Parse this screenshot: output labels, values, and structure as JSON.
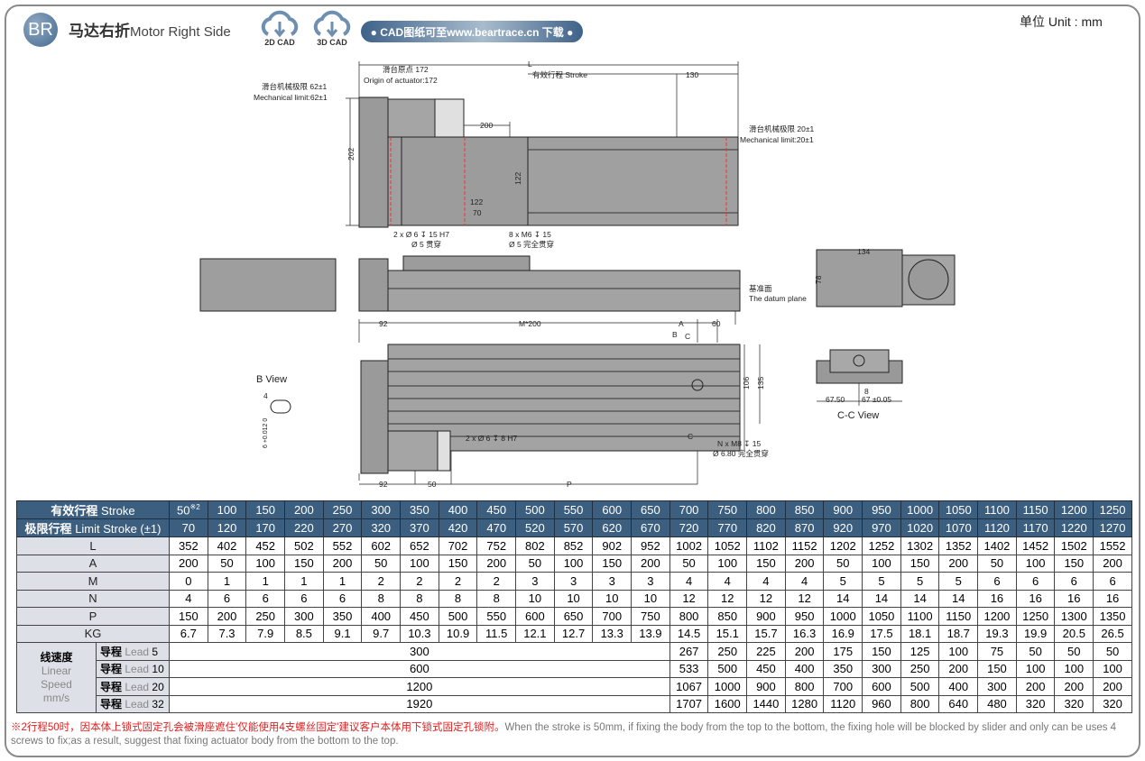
{
  "header": {
    "badge": "BR",
    "title_cn": "马达右折",
    "title_en": "Motor Right Side",
    "cad2d": "2D CAD",
    "cad3d": "3D CAD",
    "download": "● CAD图纸可至www.beartrace.cn 下载 ●",
    "unit": "单位 Unit : mm"
  },
  "drawing": {
    "L": "L",
    "origin_cn": "滑台原点 172",
    "origin_en": "Origin of actuator:172",
    "stroke": "有效行程 Stroke",
    "d130": "130",
    "mech_left_cn": "滑台机械极限 62±1",
    "mech_left_en": "Mechanical limit:62±1",
    "mech_right_cn": "滑台机械极限 20±1",
    "mech_right_en": "Mechanical limit:20±1",
    "d200": "200",
    "d202": "202",
    "d122v": "122",
    "d122h": "122",
    "d70": "70",
    "hole1a": "2 x Ø 6 ↧ 15 H7",
    "hole1b": "Ø 5 贯穿",
    "hole2a": "8 x M6 ↧ 15",
    "hole2b": "Ø 5 完全贯穿",
    "datum_cn": "基准面",
    "datum_en": "The datum plane",
    "d134": "134",
    "d78": "78",
    "d92": "92",
    "m200": "M*200",
    "A": "A",
    "d60": "60",
    "B": "B",
    "C": "C",
    "d106": "106",
    "d135": "135",
    "hole3": "2 x Ø 6 ↧ 8 H7",
    "hole4a": "N x M8 ↧ 15",
    "hole4b": "Ø 6.80 完全贯穿",
    "d50": "50",
    "P": "P",
    "bview": "B View",
    "b4": "4",
    "btol": "6 +0.012 0",
    "ccview": "C-C View",
    "c6750": "67.50",
    "c67": "67 ±0.05",
    "c8": "8"
  },
  "table": {
    "stroke_label_cn": "有效行程",
    "stroke_label_en": "Stroke",
    "stroke_note": "※2",
    "limit_label_cn": "极限行程",
    "limit_label_en": "Limit Stroke (±1)",
    "stroke": [
      "50",
      "100",
      "150",
      "200",
      "250",
      "300",
      "350",
      "400",
      "450",
      "500",
      "550",
      "600",
      "650",
      "700",
      "750",
      "800",
      "850",
      "900",
      "950",
      "1000",
      "1050",
      "1100",
      "1150",
      "1200",
      "1250"
    ],
    "limit": [
      "70",
      "120",
      "170",
      "220",
      "270",
      "320",
      "370",
      "420",
      "470",
      "520",
      "570",
      "620",
      "670",
      "720",
      "770",
      "820",
      "870",
      "920",
      "970",
      "1020",
      "1070",
      "1120",
      "1170",
      "1220",
      "1270"
    ],
    "rows": [
      {
        "label": "L",
        "values": [
          "352",
          "402",
          "452",
          "502",
          "552",
          "602",
          "652",
          "702",
          "752",
          "802",
          "852",
          "902",
          "952",
          "1002",
          "1052",
          "1102",
          "1152",
          "1202",
          "1252",
          "1302",
          "1352",
          "1402",
          "1452",
          "1502",
          "1552"
        ]
      },
      {
        "label": "A",
        "values": [
          "200",
          "50",
          "100",
          "150",
          "200",
          "50",
          "100",
          "150",
          "200",
          "50",
          "100",
          "150",
          "200",
          "50",
          "100",
          "150",
          "200",
          "50",
          "100",
          "150",
          "200",
          "50",
          "100",
          "150",
          "200"
        ]
      },
      {
        "label": "M",
        "values": [
          "0",
          "1",
          "1",
          "1",
          "1",
          "2",
          "2",
          "2",
          "2",
          "3",
          "3",
          "3",
          "3",
          "4",
          "4",
          "4",
          "4",
          "5",
          "5",
          "5",
          "5",
          "6",
          "6",
          "6",
          "6"
        ]
      },
      {
        "label": "N",
        "values": [
          "4",
          "6",
          "6",
          "6",
          "6",
          "8",
          "8",
          "8",
          "8",
          "10",
          "10",
          "10",
          "10",
          "12",
          "12",
          "12",
          "12",
          "14",
          "14",
          "14",
          "14",
          "16",
          "16",
          "16",
          "16"
        ]
      },
      {
        "label": "P",
        "values": [
          "150",
          "200",
          "250",
          "300",
          "350",
          "400",
          "450",
          "500",
          "550",
          "600",
          "650",
          "700",
          "750",
          "800",
          "850",
          "900",
          "950",
          "1000",
          "1050",
          "1100",
          "1150",
          "1200",
          "1250",
          "1300",
          "1350"
        ]
      },
      {
        "label": "KG",
        "values": [
          "6.7",
          "7.3",
          "7.9",
          "8.5",
          "9.1",
          "9.7",
          "10.3",
          "10.9",
          "11.5",
          "12.1",
          "12.7",
          "13.3",
          "13.9",
          "14.5",
          "15.1",
          "15.7",
          "16.3",
          "16.9",
          "17.5",
          "18.1",
          "18.7",
          "19.3",
          "19.9",
          "20.5",
          "26.5"
        ]
      }
    ],
    "speed_label_cn": "线速度",
    "speed_label_en1": "Linear",
    "speed_label_en2": "Speed",
    "speed_label_unit": "mm/s",
    "speed": [
      {
        "lead_cn": "导程",
        "lead_en": "Lead",
        "lead": "5",
        "flat": "300",
        "values": [
          "267",
          "250",
          "225",
          "200",
          "175",
          "150",
          "125",
          "100",
          "75",
          "50",
          "50",
          "50"
        ]
      },
      {
        "lead_cn": "导程",
        "lead_en": "Lead",
        "lead": "10",
        "flat": "600",
        "values": [
          "533",
          "500",
          "450",
          "400",
          "350",
          "300",
          "250",
          "200",
          "150",
          "100",
          "100",
          "100"
        ]
      },
      {
        "lead_cn": "导程",
        "lead_en": "Lead",
        "lead": "20",
        "flat": "1200",
        "values": [
          "1067",
          "1000",
          "900",
          "800",
          "700",
          "600",
          "500",
          "400",
          "300",
          "200",
          "200",
          "200"
        ]
      },
      {
        "lead_cn": "导程",
        "lead_en": "Lead",
        "lead": "32",
        "flat": "1920",
        "values": [
          "1707",
          "1600",
          "1440",
          "1280",
          "1120",
          "960",
          "800",
          "640",
          "480",
          "320",
          "320",
          "320"
        ]
      }
    ]
  },
  "note": {
    "cn": "※2行程50时，因本体上锁式固定孔会被滑座遮住'仅能使用4支螺丝固定'建议客户本体用下锁式固定孔锁附。",
    "en": "When the stroke is 50mm, if fixing the body from the top to the bottom, the fixing hole will be blocked by slider and only can be uses 4 screws to fix;as a result, suggest that fixing actuator body from the bottom to the top."
  }
}
